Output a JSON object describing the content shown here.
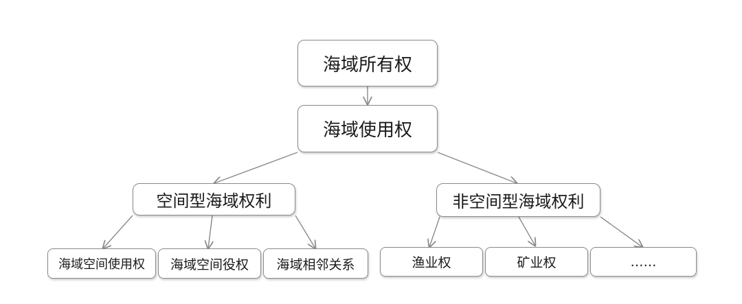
{
  "diagram": {
    "root": {
      "label": "海域所有权"
    },
    "child": {
      "label": "海域使用权"
    },
    "branches": [
      {
        "label": "空间型海域权利",
        "leaves": [
          "海域空间使用权",
          "海域空间役权",
          "海域相邻关系"
        ]
      },
      {
        "label": "非空间型海域权利",
        "leaves": [
          "渔业权",
          "矿业权",
          "……"
        ]
      }
    ]
  }
}
